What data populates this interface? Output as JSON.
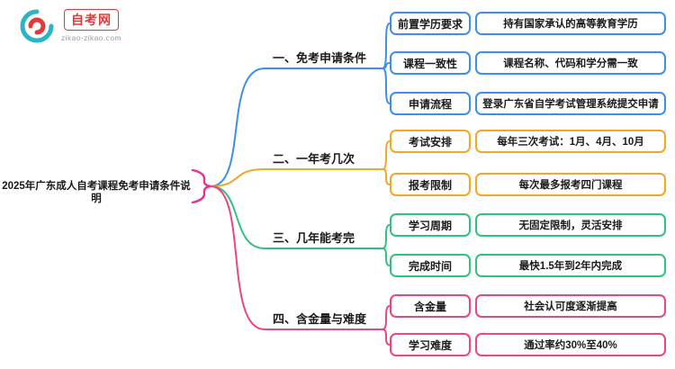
{
  "logo": {
    "title": "自考网",
    "url": "zikao-zikao.com"
  },
  "root": {
    "title": "2025年广东成人自考课程免考申请条件说明"
  },
  "branches": [
    {
      "label": "一、免考申请条件",
      "color": "#3E8FE8",
      "children": [
        {
          "label": "前置学历要求",
          "value": "持有国家承认的高等教育学历"
        },
        {
          "label": "课程一致性",
          "value": "课程名称、代码和学分需一致"
        },
        {
          "label": "申请流程",
          "value": "登录广东省自学考试管理系统提交申请"
        }
      ]
    },
    {
      "label": "二、一年考几次",
      "color": "#F5A623",
      "children": [
        {
          "label": "考试安排",
          "value": "每年三次考试：1月、4月、10月"
        },
        {
          "label": "报考限制",
          "value": "每次最多报考四门课程"
        }
      ]
    },
    {
      "label": "三、几年能考完",
      "color": "#2EC47E",
      "children": [
        {
          "label": "学习周期",
          "value": "无固定限制，灵活安排"
        },
        {
          "label": "完成时间",
          "value": "最快1.5年到2年内完成"
        }
      ]
    },
    {
      "label": "四、含金量与难度",
      "color": "#F0447E",
      "children": [
        {
          "label": "含金量",
          "value": "社会认可度逐渐提高"
        },
        {
          "label": "学习难度",
          "value": "通过率约30%至40%"
        }
      ]
    }
  ],
  "colors": {
    "brace": "#ED2E8C",
    "logo_red": "#E03A3C",
    "logo_teal": "#2BB3C6"
  }
}
